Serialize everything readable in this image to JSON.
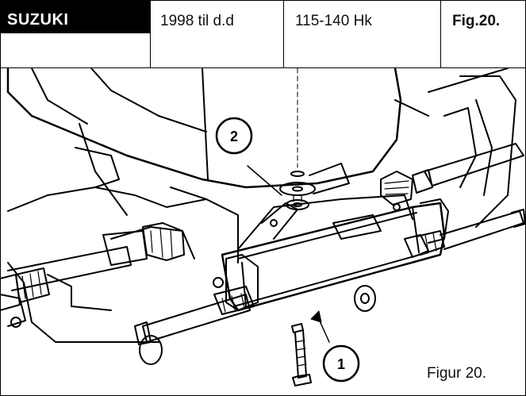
{
  "header": {
    "brand": "SUZUKI",
    "years": "1998 til d.d",
    "power": "115-140 Hk",
    "figure": "Fig.20."
  },
  "callouts": {
    "one": "1",
    "two": "2"
  },
  "caption": "Figur 20.",
  "colors": {
    "brand_bg": "#000000",
    "brand_fg": "#ffffff",
    "line": "#000000"
  }
}
